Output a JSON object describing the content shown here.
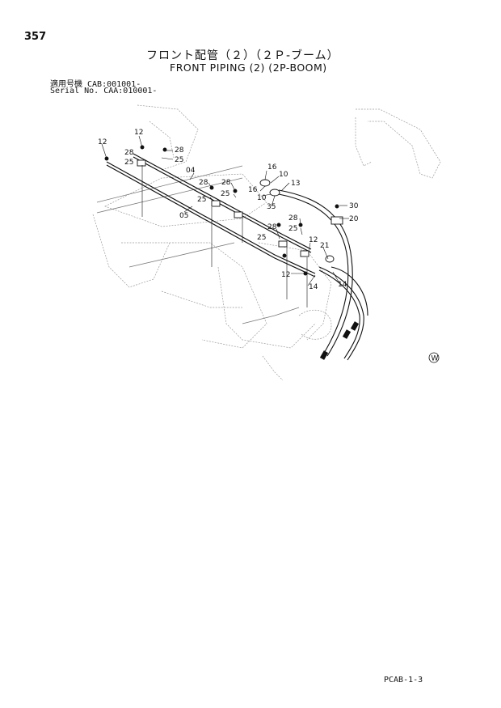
{
  "page": {
    "number": "357",
    "title_jp": "フロント配管（２）（２Ｐ-ブーム）",
    "title_en": "FRONT PIPING (2) (2P-BOOM)",
    "serial_line1": "適用号機 CAB:001001-",
    "serial_line2": "Serial No. CAA:010001-",
    "footer_code": "PCAB-1-3"
  },
  "diagram": {
    "callouts": [
      "12",
      "12",
      "28",
      "25",
      "28",
      "25",
      "04",
      "28",
      "25",
      "28",
      "25",
      "05",
      "16",
      "10",
      "16",
      "10",
      "13",
      "35",
      "30",
      "20",
      "28",
      "25",
      "28",
      "25",
      "12",
      "21",
      "12",
      "14",
      "14"
    ],
    "watermark_symbol": "W"
  }
}
